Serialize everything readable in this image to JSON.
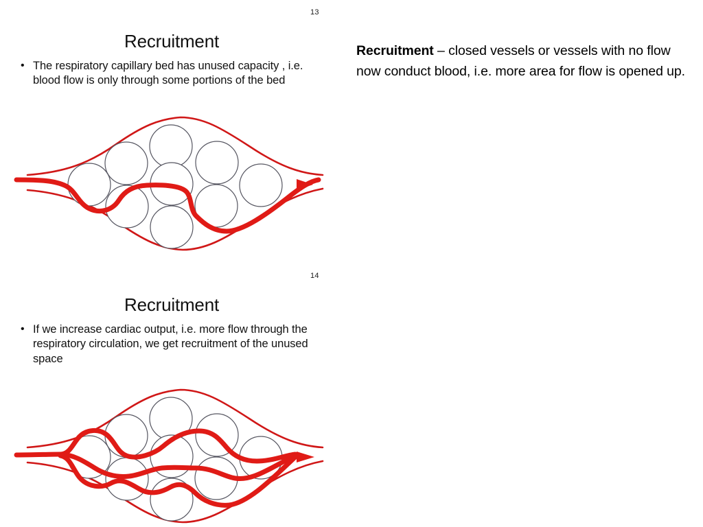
{
  "slides": [
    {
      "number": "13",
      "title": "Recruitment",
      "bullets": [
        "The respiratory capillary bed has unused capacity , i.e. blood flow is only through some portions of the bed"
      ],
      "diagram": {
        "name": "capillary-bed-low-flow",
        "circle_count": 9,
        "flow_paths": 1
      }
    },
    {
      "number": "14",
      "title": "Recruitment",
      "bullets": [
        "If we increase cardiac output, i.e. more flow through the respiratory circulation, we get recruitment of the unused space"
      ],
      "diagram": {
        "name": "capillary-bed-recruited",
        "circle_count": 9,
        "flow_paths": 3
      }
    }
  ],
  "right_panel": {
    "lead": "Recruitment",
    "rest": " – closed vessels or vessels with no flow now conduct blood, i.e. more area for flow is opened up."
  },
  "colors": {
    "vessel_red": "#D01717",
    "flow_red": "#E01B16",
    "circle_outline": "#555560",
    "text": "#111111",
    "background": "#FFFFFF"
  }
}
